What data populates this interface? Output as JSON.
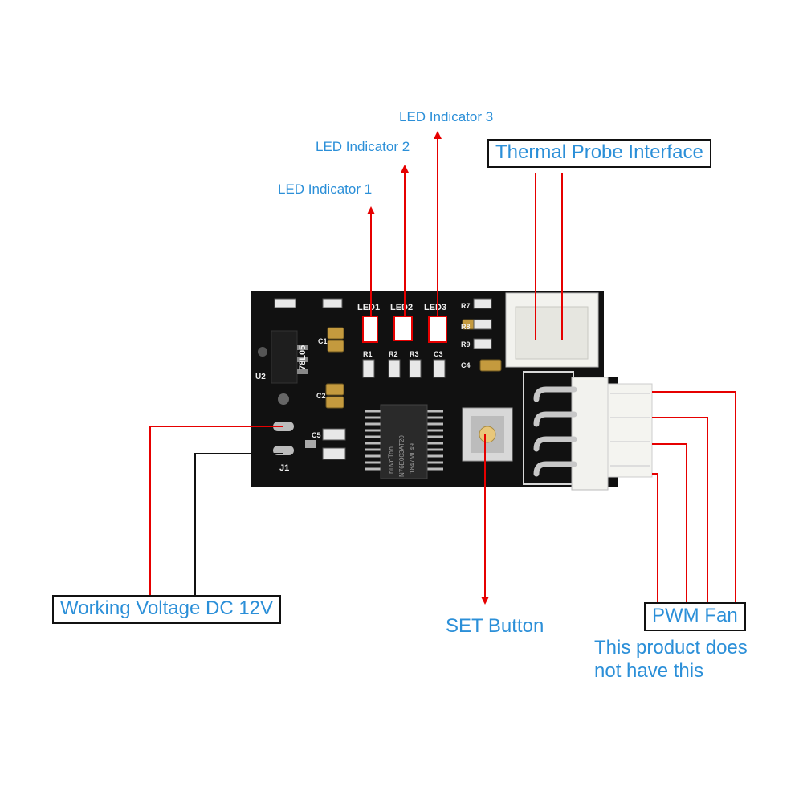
{
  "colors": {
    "label": "#2b8fd8",
    "line_red": "#e60000",
    "line_black": "#111111",
    "pcb": "#0e0e0e",
    "connector": "#f2f2ee"
  },
  "labels": {
    "led1": "LED Indicator 1",
    "led2": "LED Indicator 2",
    "led3": "LED Indicator 3",
    "thermal_probe": "Thermal Probe Interface",
    "working_voltage": "Working Voltage DC 12V",
    "set_button": "SET Button",
    "pwm_fan": "PWM Fan",
    "note_line1": "This product does",
    "note_line2": "not have this"
  },
  "silkscreen": {
    "led1": "LED1",
    "led2": "LED2",
    "led3": "LED3",
    "regulator": "78L05",
    "u2": "U2",
    "j1": "J1",
    "c1": "C1",
    "c2": "C2",
    "c3": "C3",
    "c4": "C4",
    "c5": "C5",
    "r1": "R1",
    "r2": "R2",
    "r3": "R3",
    "r7": "R7",
    "r8": "R8",
    "r9": "R9",
    "chip_line1": "nuvoTon",
    "chip_line2": "N76E003AT20",
    "chip_line3": "1847ML49"
  }
}
